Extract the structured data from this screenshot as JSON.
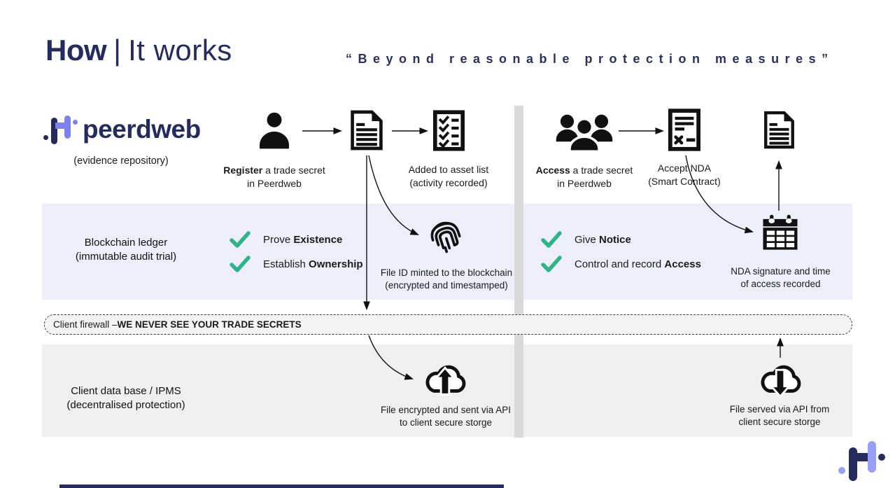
{
  "header": {
    "title_bold": "How",
    "title_sep": "|",
    "title_rest": "It works",
    "quote": "“Beyond reasonable protection measures”"
  },
  "brand": {
    "wordmark": "peerdweb",
    "caption": "(evidence repository)",
    "navy": "#242b5e",
    "periwinkle": "#7b82ee"
  },
  "register_flow": {
    "step1_bold": "Register",
    "step1_rest": " a trade secret",
    "step1_line2": "in Peerdweb",
    "step2_line1": "Added to asset list",
    "step2_line2": "(activity recorded)"
  },
  "access_flow": {
    "step1_bold": "Access",
    "step1_rest": " a trade secret",
    "step1_line2": "in Peerdweb",
    "step2_line1": "Accept NDA",
    "step2_line2": "(Smart Contract)"
  },
  "blockchain_band": {
    "label_line1": "Blockchain ledger",
    "label_line2": "(immutable audit trial)",
    "checks_left": [
      {
        "plain": "Prove ",
        "bold": "Existence"
      },
      {
        "plain": "Establish ",
        "bold": "Ownership"
      }
    ],
    "checks_right": [
      {
        "plain": "Give ",
        "bold": "Notice"
      },
      {
        "plain": "Control and record ",
        "bold": "Access"
      }
    ],
    "fingerprint_caption_line1": "File ID minted to the blockchain",
    "fingerprint_caption_line2": "(encrypted and timestamped)",
    "calendar_caption_line1": "NDA signature and time",
    "calendar_caption_line2": "of access recorded",
    "band_color": "#eeeefa",
    "check_color": "#2eb486"
  },
  "firewall": {
    "label_plain": "Client firewall – ",
    "label_bold": "WE NEVER SEE YOUR TRADE SECRETS"
  },
  "client_band": {
    "label_line1": "Client data base / IPMS",
    "label_line2": "(decentralised protection)",
    "upload_caption_line1": "File encrypted and sent via API",
    "upload_caption_line2": "to client secure storge",
    "download_caption_line1": "File served via API from",
    "download_caption_line2": "client secure storge",
    "band_color": "#efefef"
  }
}
